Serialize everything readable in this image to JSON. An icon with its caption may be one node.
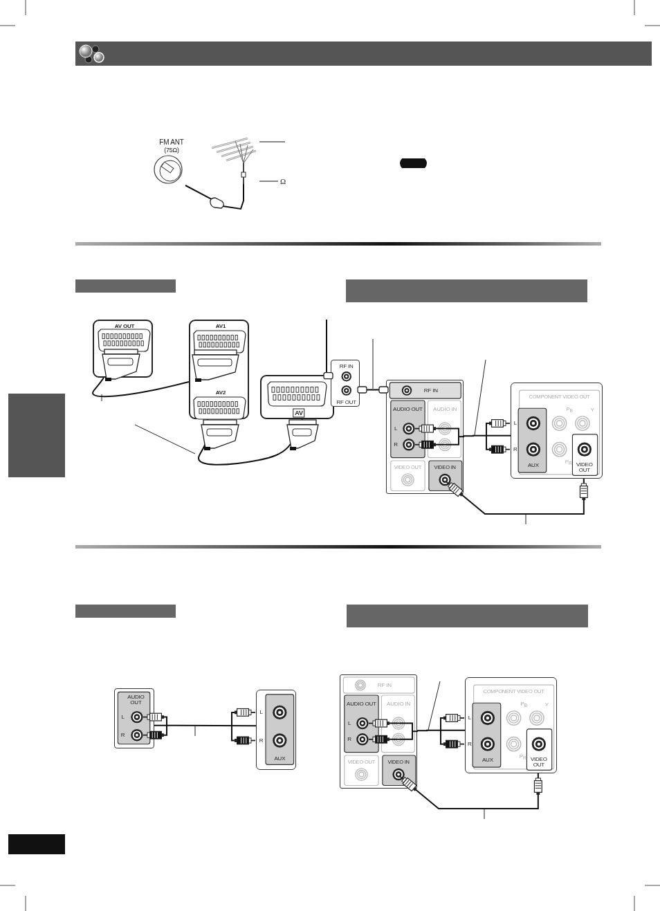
{
  "diagram": {
    "nodes": [
      {
        "text": [
          "FM ANT",
          "(75Ω)"
        ]
      },
      {
        "text": [],
        "shape": "antenna"
      },
      {
        "text": [
          "Ω"
        ]
      },
      {
        "text": [],
        "shape": "bar"
      },
      {
        "text": [],
        "shape": "bar"
      },
      {
        "text": [],
        "shape": "bar"
      },
      {
        "text": [
          "AV OUT"
        ]
      },
      {
        "text": [
          "AV1",
          "AV2"
        ]
      },
      {
        "text": [
          "AV"
        ]
      },
      {
        "text": [
          "RF IN",
          "RF OUT"
        ]
      },
      {
        "text": [
          "RF IN",
          "AUDIO OUT",
          "L",
          "R",
          "AUDIO IN",
          "VIDEO OUT",
          "VIDEO IN"
        ]
      },
      {
        "text": [
          "COMPONENT VIDEO OUT",
          "P$_{B}$",
          "Y",
          "L",
          "R",
          "P$_{R}$",
          "AUX",
          "VIDEO OUT"
        ]
      },
      {
        "text": [],
        "shape": "bar"
      },
      {
        "text": [],
        "shape": "bar"
      },
      {
        "text": [
          "AUDIO OUT",
          "L",
          "R"
        ]
      },
      {
        "text": [
          "L",
          "R",
          "AUX"
        ]
      },
      {
        "text": [
          "RF IN",
          "AUDIO OUT",
          "L",
          "R",
          "AUDIO IN",
          "VIDEO OUT",
          "VIDEO IN"
        ]
      },
      {
        "text": [
          "COMPONENT VIDEO OUT",
          "P$_{B}$",
          "Y",
          "L",
          "R",
          "P$_{R}$",
          "AUX",
          "VIDEO OUT"
        ]
      },
      {
        "text": [],
        "shape": "bar"
      }
    ],
    "edges": [
      {
        "from": 0,
        "to": 1,
        "arrow": "none"
      },
      {
        "from": 2,
        "to": 1,
        "arrow": "none"
      },
      {
        "from": null,
        "to": 1,
        "arrow": "none"
      },
      {
        "from": 6,
        "to": 7,
        "arrow": "other"
      },
      {
        "from": 7,
        "to": 8,
        "arrow": "other"
      },
      {
        "from": null,
        "to": 9,
        "arrow": "other"
      },
      {
        "from": 9,
        "to": 10,
        "arrow": "other"
      },
      {
        "from": 10,
        "to": 11,
        "arrow": "none"
      },
      {
        "from": 10,
        "to": 11,
        "arrow": "other"
      },
      {
        "from": 14,
        "to": 15,
        "arrow": "none"
      },
      {
        "from": 16,
        "to": 17,
        "arrow": "none"
      },
      {
        "from": 16,
        "to": 17,
        "arrow": "other"
      }
    ]
  }
}
